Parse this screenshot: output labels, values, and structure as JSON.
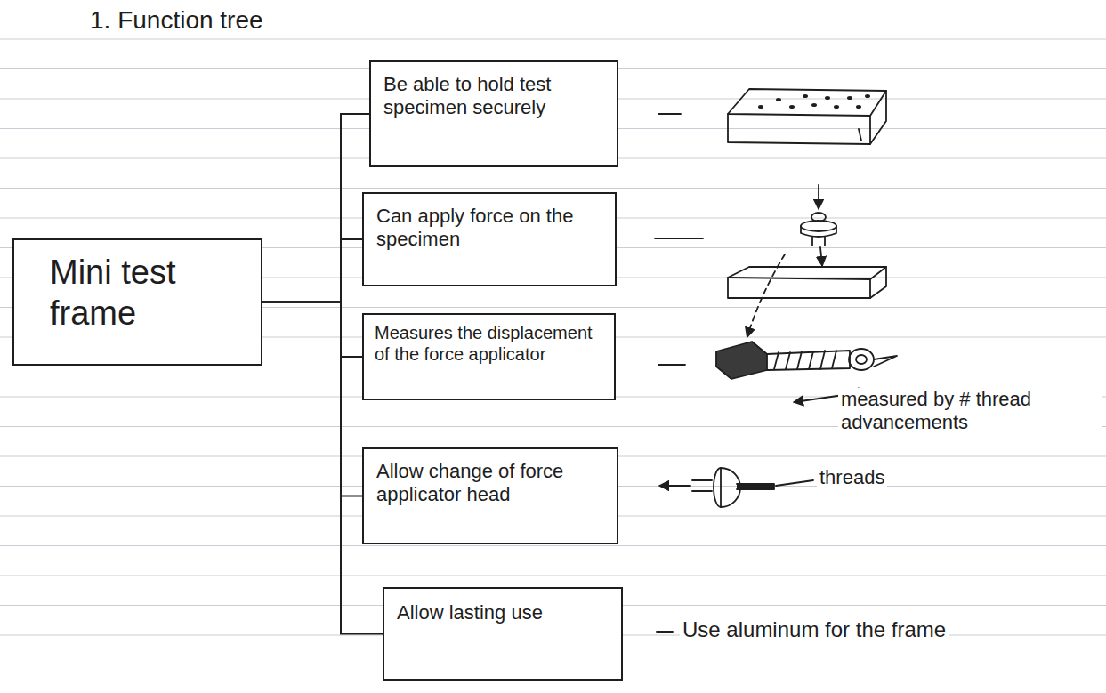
{
  "diagram": {
    "title": "1. Function tree",
    "nodes": [
      {
        "text": [
          "Mini test frame"
        ]
      },
      {
        "text": [
          "Be able to hold test specimen securely"
        ]
      },
      {
        "text": [
          "Can apply force on the specimen"
        ]
      },
      {
        "text": [
          "Measures the displacement of the force applicator"
        ]
      },
      {
        "text": [
          "Allow change of force applicator head"
        ]
      },
      {
        "text": [
          "Allow lasting use"
        ]
      }
    ],
    "edges": [
      {
        "from": 0,
        "to": 1,
        "arrow": "none"
      },
      {
        "from": 0,
        "to": 2,
        "arrow": "none"
      },
      {
        "from": 0,
        "to": 3,
        "arrow": "none"
      },
      {
        "from": 0,
        "to": 4,
        "arrow": "none"
      },
      {
        "from": 0,
        "to": 5,
        "arrow": "none"
      }
    ],
    "labels": [
      "measured by # thread advancements",
      "threads",
      "Use aluminum for the frame"
    ]
  }
}
